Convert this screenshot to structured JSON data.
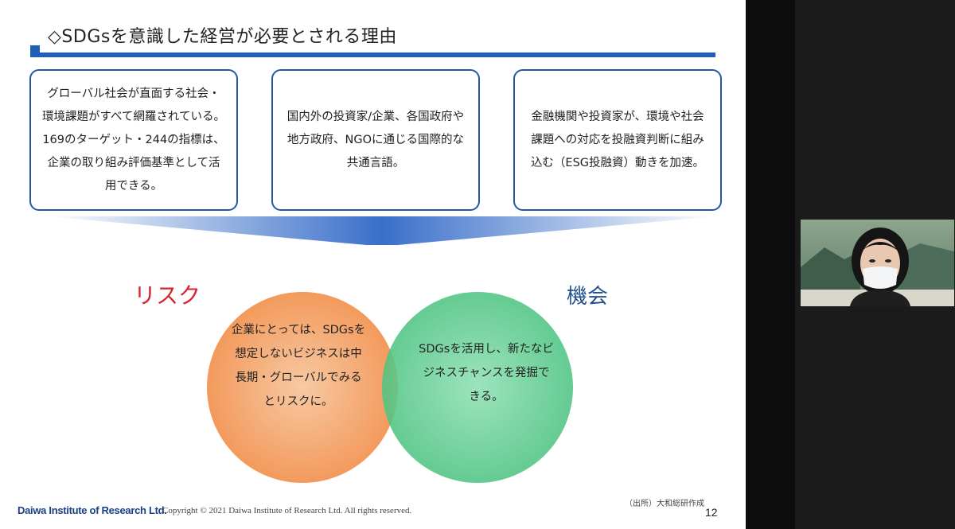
{
  "slide": {
    "title": "◇SDGsを意識した経営が必要とされる理由",
    "boxes": [
      {
        "text": "グローバル社会が直面する社会・環境課題がすべて網羅されている。169のターゲット・244の指標は、企業の取り組み評価基準として活用できる。"
      },
      {
        "text": "国内外の投資家/企業、各国政府や地方政府、NGOに通じる国際的な共通言語。"
      },
      {
        "text": "金融機関や投資家が、環境や社会課題への対応を投融資判断に組み込む（ESG投融資）動きを加速。"
      }
    ],
    "risk_label": "リスク",
    "opportunity_label": "機会",
    "risk_text": "企業にとっては、SDGsを想定しないビジネスは中長期・グローバルでみるとリスクに。",
    "opportunity_text": "SDGsを活用し、新たなビジネスチャンスを発掘できる。",
    "footer": {
      "logo": "Daiwa Institute of Research Ltd.",
      "copyright": "Copyright © 2021 Daiwa Institute of Research Ltd. All rights reserved.",
      "source": "（出所）大和総研作成",
      "page_number": "12"
    },
    "colors": {
      "accent_blue": "#1f5fb5",
      "box_border": "#2557a7",
      "risk_red": "#d9232f",
      "opportunity_blue": "#1f4f8c",
      "risk_circle": "#f4a471",
      "opportunity_circle": "#6fcf97"
    }
  },
  "video_tile": {
    "participant_icon": "person-with-mask"
  }
}
